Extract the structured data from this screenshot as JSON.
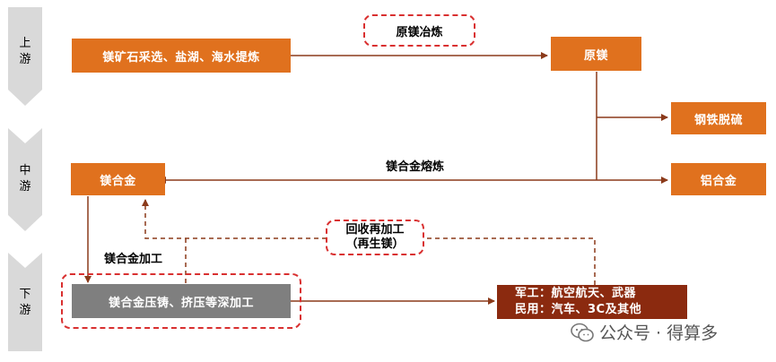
{
  "stages": {
    "upstream": [
      "上",
      "游"
    ],
    "midstream": [
      "中",
      "游"
    ],
    "downstream": [
      "下",
      "游"
    ]
  },
  "nodes": {
    "mining": "镁矿石采选、盐湖、海水提炼",
    "primary_magnesium": "原镁",
    "steel_desulfurization": "钢铁脱硫",
    "aluminum_alloy": "铝合金",
    "magnesium_alloy": "镁合金",
    "deep_processing": "镁合金压铸、挤压等深加工",
    "applications": {
      "military": "军工：航空航天、武器",
      "civilian": "民用：汽车、3C及其他"
    }
  },
  "labels": {
    "smelting": "原镁冶炼",
    "alloy_melting": "镁合金熔炼",
    "alloy_processing": "镁合金加工",
    "recycling": "回收再加工",
    "recycled_magnesium": "（再生镁）"
  },
  "watermark": {
    "text": "公众号 · 得算多",
    "icon": "wechat-icon"
  },
  "colors": {
    "orange": "#e0711e",
    "gray": "#7f7f7f",
    "dark_red": "#8b2a0f",
    "dashed_red": "#d93030",
    "line_brown": "#8b3a1a"
  }
}
